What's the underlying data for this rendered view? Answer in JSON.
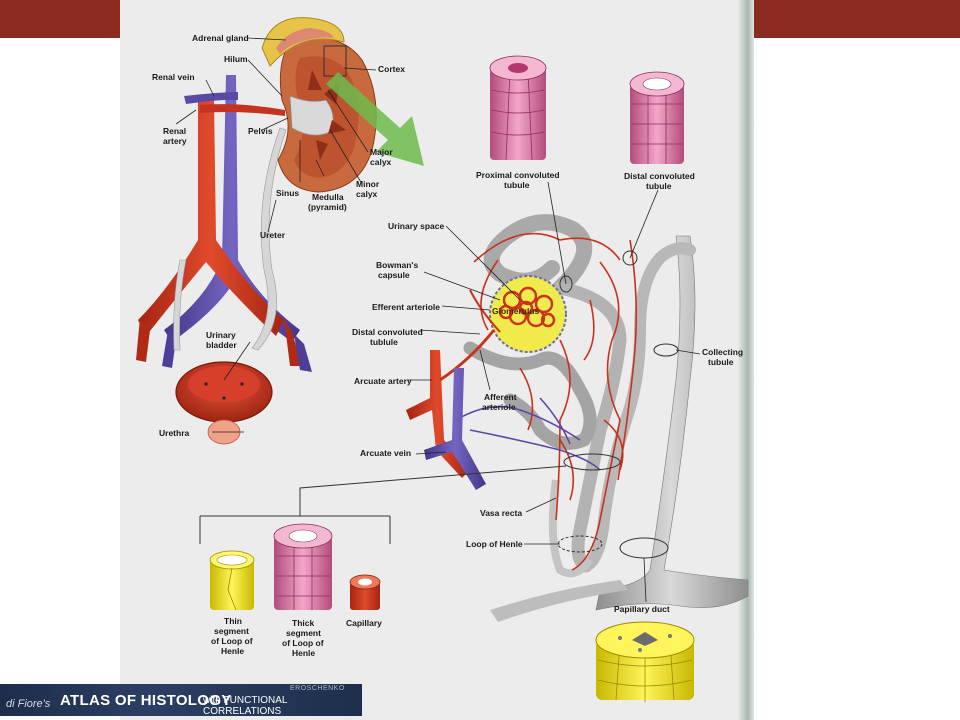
{
  "labels": {
    "adrenal_gland": "Adrenal gland",
    "hilum": "Hilum",
    "cortex": "Cortex",
    "renal_vein": "Renal vein",
    "renal_artery_1": "Renal",
    "renal_artery_2": "artery",
    "pelvis": "Pelvis",
    "major_calyx_1": "Major",
    "major_calyx_2": "calyx",
    "minor_calyx_1": "Minor",
    "minor_calyx_2": "calyx",
    "sinus": "Sinus",
    "medulla_1": "Medulla",
    "medulla_2": "(pyramid)",
    "ureter": "Ureter",
    "urinary_bladder_1": "Urinary",
    "urinary_bladder_2": "bladder",
    "urethra": "Urethra",
    "proximal_1": "Proximal convoluted",
    "proximal_2": "tubule",
    "distal_top_1": "Distal convoluted",
    "distal_top_2": "tubule",
    "urinary_space": "Urinary space",
    "bowmans_1": "Bowman's",
    "bowmans_2": "capsule",
    "efferent": "Efferent arteriole",
    "glomerulus": "Glomerulus",
    "distal_mid_1": "Distal convoluted",
    "distal_mid_2": "tublule",
    "arcuate_artery": "Arcuate artery",
    "afferent_1": "Afferent",
    "afferent_2": "arteriole",
    "collecting_1": "Collecting",
    "collecting_2": "tubule",
    "arcuate_vein": "Arcuate vein",
    "vasa_recta": "Vasa recta",
    "loop_henle": "Loop of Henle",
    "papillary": "Papillary duct",
    "thin_1": "Thin",
    "thin_2": "segment",
    "thin_3": "of Loop of",
    "thin_4": "Henle",
    "thick_1": "Thick",
    "thick_2": "segment",
    "thick_3": "of Loop of",
    "thick_4": "Henle",
    "capillary": "Capillary"
  },
  "footer": {
    "author": "EROSCHENKO",
    "brand": "di Fiore's",
    "atlas": "ATLAS OF HISTOLOGY",
    "with": "with FUNCTIONAL CORRELATIONS"
  },
  "colors": {
    "banner": "#8b2a20",
    "artery": "#c8321e",
    "vein": "#5a4aa6",
    "tubule": "#a9a9a9",
    "pink_tubule": "#e07aa8",
    "yellow": "#f3e629"
  }
}
